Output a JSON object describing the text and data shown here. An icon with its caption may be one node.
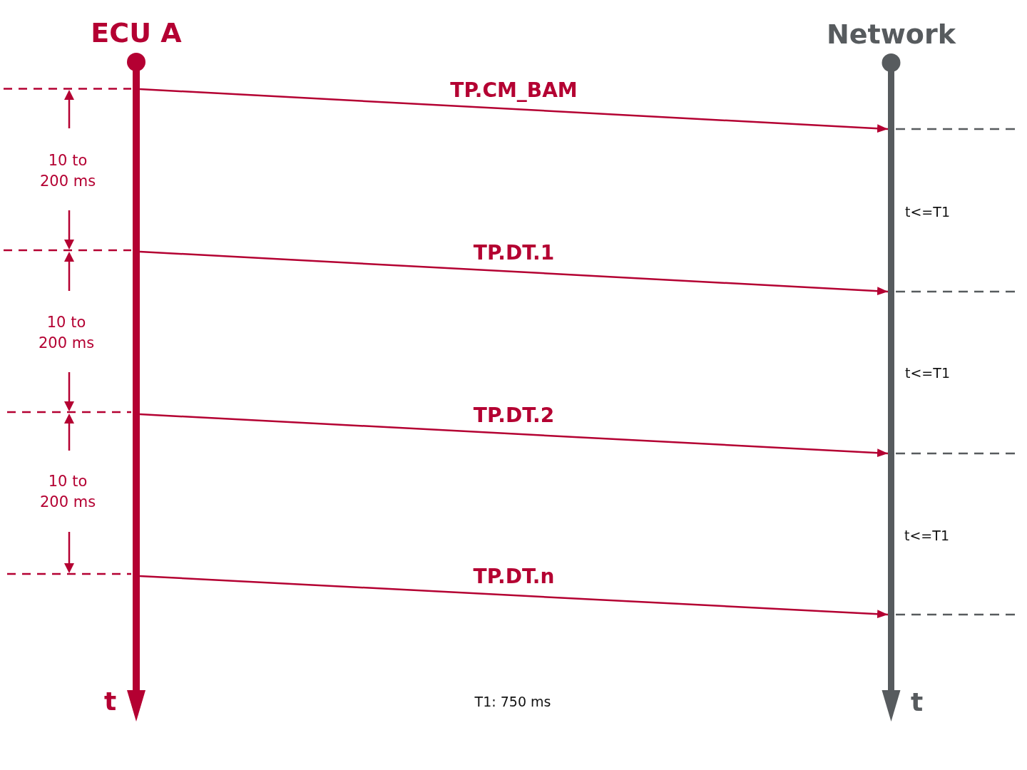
{
  "diagram": {
    "nodes": [
      {
        "text": [
          "ECU A"
        ],
        "beside": [
          "t"
        ]
      },
      {
        "text": [
          "Network"
        ],
        "beside": [
          "t<=T1",
          "t<=T1",
          "t<=T1",
          "t"
        ]
      }
    ],
    "edges": [
      {
        "from": 0,
        "to": 1,
        "arrow": "to",
        "label": "TP.CM_BAM"
      },
      {
        "from": 0,
        "to": 1,
        "arrow": "to",
        "label": "TP.DT.1"
      },
      {
        "from": 0,
        "to": 1,
        "arrow": "to",
        "label": "TP.DT.2"
      },
      {
        "from": 0,
        "to": 1,
        "arrow": "to",
        "label": "TP.DT.n"
      }
    ],
    "labels": [
      "10 to 200 ms",
      "10 to 200 ms",
      "10 to 200 ms",
      "T1: 750 ms"
    ]
  }
}
